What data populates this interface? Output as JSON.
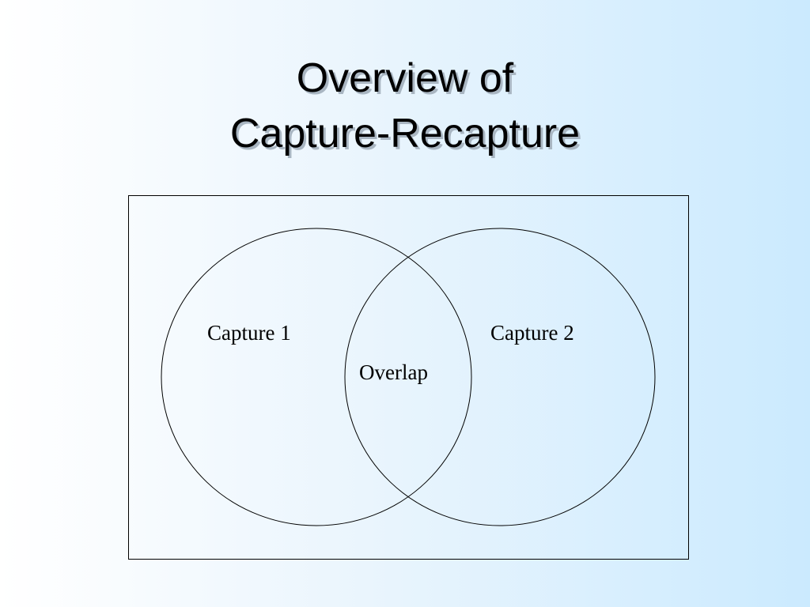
{
  "slide": {
    "title_line1": "Overview of",
    "title_line2": "Capture-Recapture"
  },
  "venn": {
    "left_label": "Capture 1",
    "right_label": "Capture 2",
    "overlap_label": "Overlap"
  },
  "colors": {
    "background_left": "#ffffff",
    "background_right": "#cbeafe",
    "line": "#000000",
    "title_shadow": "#a9b6c2"
  }
}
